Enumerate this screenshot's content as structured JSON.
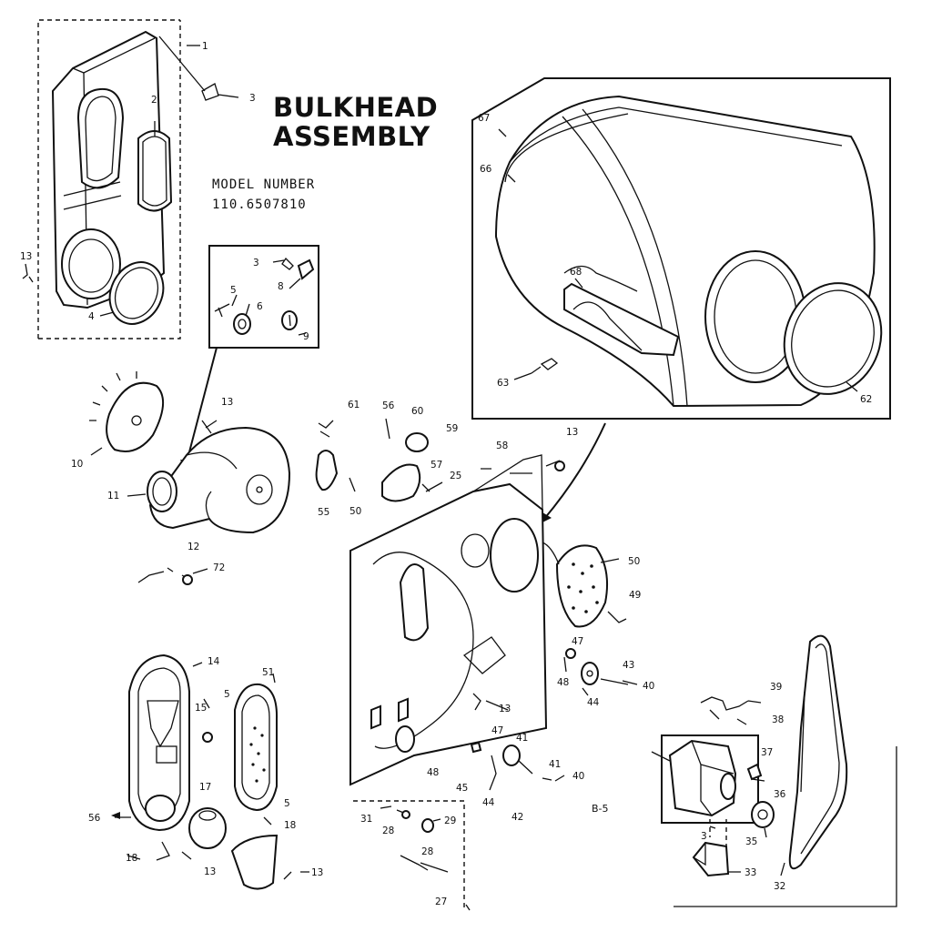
{
  "title": {
    "line1": "BULKHEAD",
    "line2": "ASSEMBLY"
  },
  "model": {
    "label": "MODEL NUMBER",
    "number": "110.6507810"
  },
  "page_ref": "B-5",
  "callouts": {
    "c1": "1",
    "c2": "2",
    "c3a": "3",
    "c13a": "13",
    "c4": "4",
    "c3b": "3",
    "c8": "8",
    "c5a": "5",
    "c6": "6",
    "c9": "9",
    "c10": "10",
    "c13b": "13",
    "c11": "11",
    "c12": "12",
    "c72": "72",
    "c61": "61",
    "c56a": "56",
    "c60": "60",
    "c59": "59",
    "c57": "57",
    "c25": "25",
    "c55": "55",
    "c50a": "50",
    "c58": "58",
    "c13c": "13",
    "c67": "67",
    "c66": "66",
    "c68": "68",
    "c63": "63",
    "c62": "62",
    "c50b": "50",
    "c49": "49",
    "c47a": "47",
    "c48a": "48",
    "c44a": "44",
    "c43": "43",
    "c40a": "40",
    "c13d": "13",
    "c47b": "47",
    "c41a": "41",
    "c45": "45",
    "c44b": "44",
    "c42": "42",
    "c48b": "48",
    "c41b": "41",
    "c40b": "40",
    "c14": "14",
    "c51": "51",
    "c15": "15",
    "c5b": "5",
    "c17": "17",
    "c5c": "5",
    "c18a": "18",
    "c56b": "56",
    "c18b": "18",
    "c13e": "13",
    "c13f": "13",
    "c31": "31",
    "c28a": "28",
    "c29": "29",
    "c28b": "28",
    "c27": "27",
    "c39": "39",
    "c38": "38",
    "c37": "37",
    "c36": "36",
    "c3c": "3",
    "c35": "35",
    "c33": "33",
    "c32": "32"
  }
}
